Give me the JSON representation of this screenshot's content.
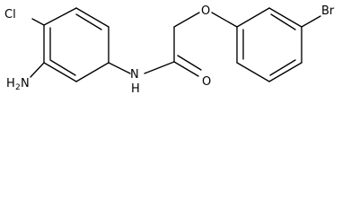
{
  "molecule": {
    "atom_labels": {
      "chloro": "Cl",
      "bromo": "Br",
      "amino_prefix": "H",
      "amino_sub": "2",
      "amino_n": "N",
      "amide_n": "N",
      "amide_h": "H",
      "carbonyl_o": "O",
      "ether_o": "O"
    }
  }
}
